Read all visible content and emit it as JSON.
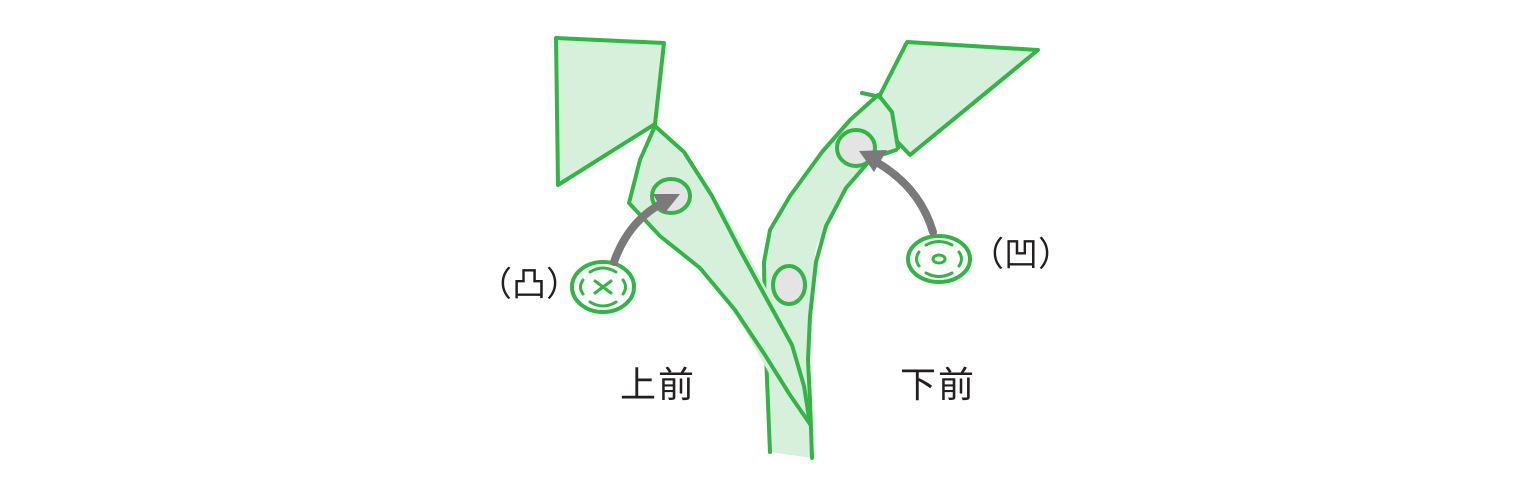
{
  "colors": {
    "fill": "#d6f0dc",
    "stroke": "#33b545",
    "button_fill": "#e4e4e4",
    "arrow": "#7a7a7a",
    "text": "#231f20"
  },
  "labels": {
    "upper_front": "上前",
    "lower_front": "下前",
    "convex": "（凸）",
    "concave": "（凹）"
  },
  "icons": {
    "snap_convex": "snap-button-male",
    "snap_concave": "snap-button-female",
    "arrow": "curved-arrow"
  }
}
